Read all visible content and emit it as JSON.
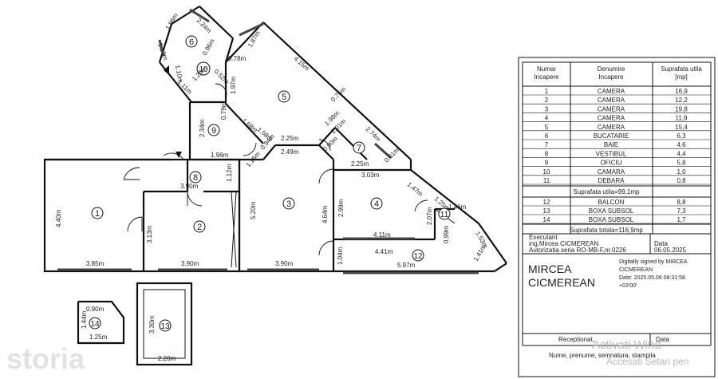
{
  "rooms": [
    {
      "n": "1",
      "name": "CAMERA",
      "area": "16,9"
    },
    {
      "n": "2",
      "name": "CAMERA",
      "area": "12,2"
    },
    {
      "n": "3",
      "name": "CAMERA",
      "area": "19,8"
    },
    {
      "n": "4",
      "name": "CAMERA",
      "area": "11,9"
    },
    {
      "n": "5",
      "name": "CAMERA",
      "area": "15,4"
    },
    {
      "n": "6",
      "name": "BUCATARIE",
      "area": "6,3"
    },
    {
      "n": "7",
      "name": "BAIE",
      "area": "4,6"
    },
    {
      "n": "8",
      "name": "VESTIBUL",
      "area": "4,4"
    },
    {
      "n": "9",
      "name": "OFICIU",
      "area": "5,8"
    },
    {
      "n": "10",
      "name": "CAMARA",
      "area": "1,0"
    },
    {
      "n": "11",
      "name": "DEBARA",
      "area": "0,8"
    }
  ],
  "extra_rooms": [
    {
      "n": "12",
      "name": "BALCON",
      "area": "8,8"
    },
    {
      "n": "13",
      "name": "BOXA SUBSOL",
      "area": "7,3"
    },
    {
      "n": "14",
      "name": "BOXA SUBSOL",
      "area": "1,7"
    }
  ],
  "table": {
    "col1": "Numar\nIncapere",
    "col1_l1": "Numar",
    "col1_l2": "Incapere",
    "col2_l1": "Denumire",
    "col2_l2": "Incapere",
    "col3_l1": "Suprafata utila",
    "col3_l2": "[mp]",
    "useful_total": "Suprafata utila=99,1mp",
    "grand_total": "Suprafata totala=116,9mp",
    "executant": "Executant",
    "eng": "ing.Mircea CICMEREAN",
    "auth": "Autorizatia seria RO-MB-F,nr.0226",
    "data_label": "Data",
    "data_value": "06.05.2025",
    "sig_name_1": "MIRCEA",
    "sig_name_2": "CICMEREAN",
    "sig_text_1": "Digitally signed by MIRCEA",
    "sig_text_2": "CICMEREAN",
    "sig_text_3": "Date: 2025.05.06 08:31:58",
    "sig_text_4": "+03'00'",
    "receptionat": "Receptionat,",
    "data2": "Data",
    "names_line": "Nume, prenume, semnatura, stampila"
  },
  "watermark": {
    "logo": "storia",
    "activate_1": "Activati Wind",
    "activate_2": "Accesati Setari pen"
  },
  "labels": {
    "d1": "1.86m",
    "d2": "2.24m",
    "d3": "1.20m",
    "d4": "0.96m",
    "d5": "1.10m",
    "d6": "1.29m",
    "d7": "1.11m",
    "d8": "0.78m",
    "d9": "1.87m",
    "d10": "0.52m",
    "d11": "1.97m",
    "d12": "4.15m",
    "d13": "0.79m",
    "d14": "0.75m",
    "d15": "2.34m",
    "d16": "1.68m",
    "d17": "1.58m",
    "d18": "2.25m",
    "d19": "2.49m",
    "d20": "0.94m",
    "d21": "1.15m",
    "d22": "1.98m",
    "d23": "2.01m",
    "d24": "2.74m",
    "d25": "0.90m",
    "d26": "2.25m",
    "d27": "0.61m",
    "d28": "1.96m",
    "d29": "1.12m",
    "d30": "3.90m",
    "d31": "4.40m",
    "d32": "3.13m",
    "d33": "5.20m",
    "d34": "4.64m",
    "d35": "2.99m",
    "d36": "3.03m",
    "d37": "1.47m",
    "d38": "1.25m",
    "d39": "2.07m",
    "d40": "1.46m",
    "d41": "4.11m",
    "d42": "0.99m",
    "d43": "1.53m",
    "d44": "4.41m",
    "d45": "1.41m",
    "d46": "1.04m",
    "d47": "5.97m",
    "d48": "3.85m",
    "d49": "3.90m",
    "d50": "3.90m",
    "d51": "3.30m",
    "d52": "2.20m",
    "d53": "0.90m",
    "d54": "1.44m",
    "d55": "1.25m"
  }
}
